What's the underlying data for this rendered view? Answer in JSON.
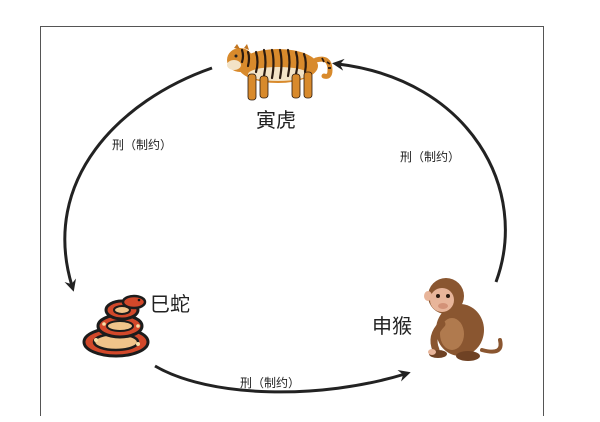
{
  "nodes": {
    "tiger": {
      "name": "寅虎",
      "icon": "tiger-icon"
    },
    "snake": {
      "name": "巳蛇",
      "icon": "snake-icon"
    },
    "monkey": {
      "name": "申猴",
      "icon": "monkey-icon"
    }
  },
  "edges": [
    {
      "from": "寅虎",
      "to": "巳蛇",
      "label": "刑（制约）"
    },
    {
      "from": "申猴",
      "to": "寅虎",
      "label": "刑（制约）"
    },
    {
      "from": "巳蛇",
      "to": "申猴",
      "label": "刑（制约）"
    }
  ],
  "colors": {
    "arrow": "#222222",
    "frame": "#555555"
  }
}
